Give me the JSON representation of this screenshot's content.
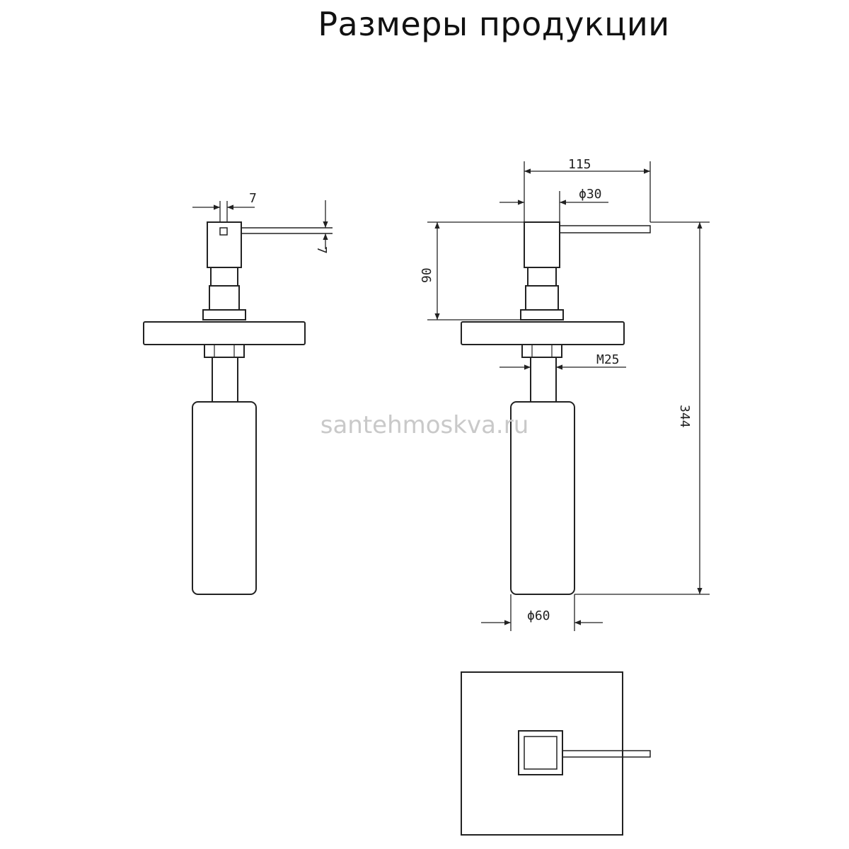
{
  "title": "Размеры продукции",
  "watermark": "santehmoskva.ru",
  "dimensions": {
    "lever_width": "7",
    "lever_thickness": "7",
    "spout_reach": "115",
    "head_diameter": "ϕ30",
    "head_height": "90",
    "total_height": "344",
    "thread": "M25",
    "bottle_diameter": "ϕ60"
  },
  "colors": {
    "line": "#222222",
    "watermark": "#c9c9c9"
  }
}
